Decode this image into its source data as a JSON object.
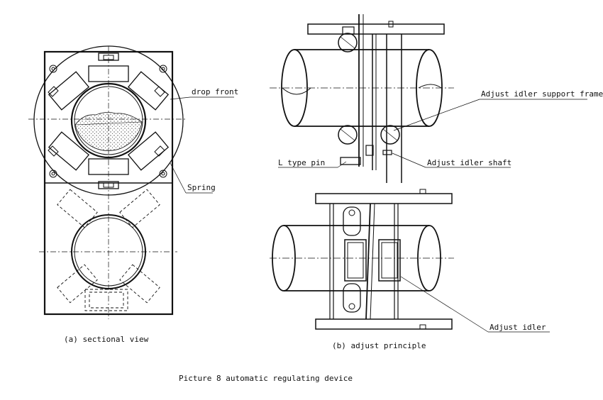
{
  "figure": {
    "caption": "Picture 8  automatic regulating device"
  },
  "panel_a": {
    "caption": "(a)  sectional view",
    "labels": {
      "drop_front": "drop front",
      "spring": "Spring"
    }
  },
  "panel_b": {
    "caption": "(b)  adjust principle",
    "labels": {
      "support_frame": "Adjust idler support frame",
      "l_type_pin": "L type pin",
      "idler_shaft": "Adjust idler shaft",
      "adjust_idler": "Adjust idler"
    }
  },
  "colors": {
    "ink": "#111111",
    "background": "#ffffff"
  }
}
